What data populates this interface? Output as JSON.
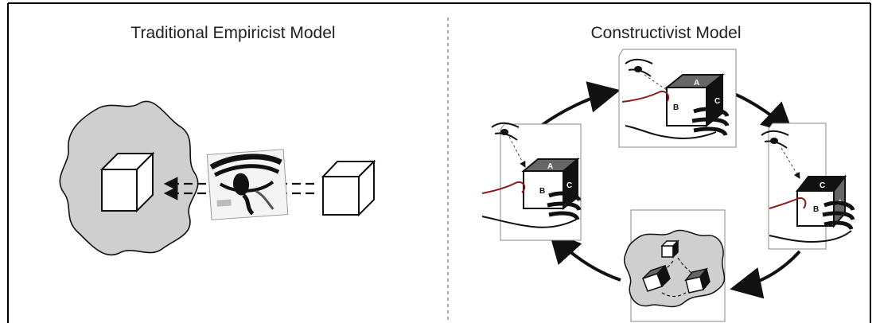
{
  "panels": {
    "left_title": "Traditional Empiricist Model",
    "right_title": "Constructivist Model"
  },
  "cube_faces": {
    "a": "A",
    "b": "B",
    "c": "C"
  },
  "colors": {
    "blob_fill": "#cfcfcf",
    "hand_line": "#8b1a1a",
    "cube_dark": "#111111",
    "cube_grey": "#666666",
    "frame_border": "#000000",
    "divider": "#888888"
  }
}
